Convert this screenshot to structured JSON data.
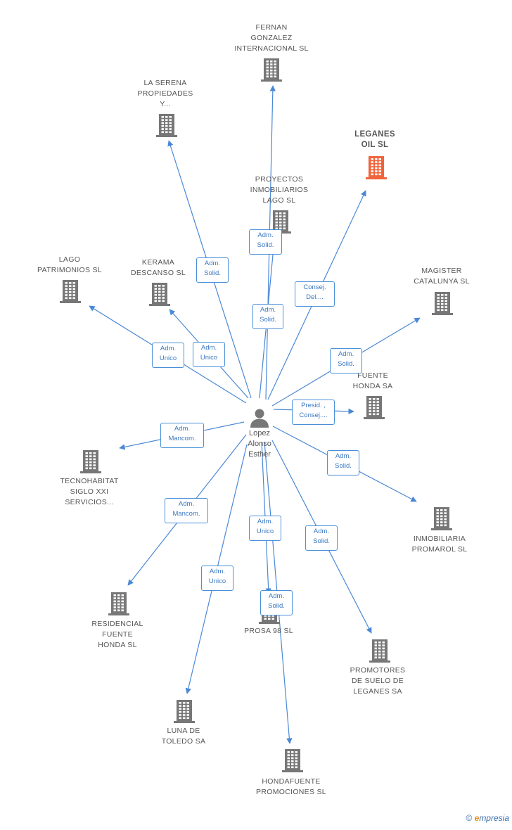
{
  "colors": {
    "edge": "#4a88d6",
    "building": "#777777",
    "highlight": "#f0643c",
    "person": "#777777"
  },
  "center": {
    "lines": [
      "Lopez",
      "Alonso",
      "Esther"
    ],
    "icon": "person-icon"
  },
  "nodes": [
    {
      "id": "fernan",
      "lines": [
        "FERNAN",
        "GONZALEZ",
        "INTERNACIONAL SL"
      ],
      "highlight": false
    },
    {
      "id": "laserena",
      "lines": [
        "LA SERENA",
        "PROPIEDADES",
        "Y..."
      ],
      "highlight": false
    },
    {
      "id": "leganes",
      "lines": [
        "LEGANES",
        "OIL SL"
      ],
      "highlight": true
    },
    {
      "id": "proyectos",
      "lines": [
        "PROYECTOS",
        "INMOBILIARIOS",
        "LAGO SL"
      ],
      "highlight": false
    },
    {
      "id": "lago",
      "lines": [
        "LAGO",
        "PATRIMONIOS SL"
      ],
      "highlight": false
    },
    {
      "id": "kerama",
      "lines": [
        "KERAMA",
        "DESCANSO SL"
      ],
      "highlight": false
    },
    {
      "id": "magister",
      "lines": [
        "MAGISTER",
        "CATALUNYA SL"
      ],
      "highlight": false
    },
    {
      "id": "fuentehonda",
      "lines": [
        "FUENTE",
        "HONDA SA"
      ],
      "highlight": false
    },
    {
      "id": "tecnohabitat",
      "lines": [
        "TECNOHABITAT",
        "SIGLO XXI",
        "SERVICIOS..."
      ],
      "highlight": false
    },
    {
      "id": "promarol",
      "lines": [
        "INMOBILIARIA",
        "PROMAROL SL"
      ],
      "highlight": false
    },
    {
      "id": "residencial",
      "lines": [
        "RESIDENCIAL",
        "FUENTE",
        "HONDA SL"
      ],
      "highlight": false
    },
    {
      "id": "prosa",
      "lines": [
        "PROSA 98 SL"
      ],
      "highlight": false
    },
    {
      "id": "promotores",
      "lines": [
        "PROMOTORES",
        "DE SUELO DE",
        "LEGANES SA"
      ],
      "highlight": false
    },
    {
      "id": "luna",
      "lines": [
        "LUNA DE",
        "TOLEDO SA"
      ],
      "highlight": false
    },
    {
      "id": "hondafuente",
      "lines": [
        "HONDAFUENTE",
        "PROMOCIONES SL"
      ],
      "highlight": false
    }
  ],
  "edges": [
    {
      "target": "fernan",
      "lines": [
        "Adm.",
        "Solid."
      ]
    },
    {
      "target": "laserena",
      "lines": [
        "Adm.",
        "Solid."
      ]
    },
    {
      "target": "leganes",
      "lines": [
        "Consej.",
        "Del...."
      ]
    },
    {
      "target": "proyectos",
      "lines": [
        "Adm.",
        "Solid."
      ]
    },
    {
      "target": "lago",
      "lines": [
        "Adm.",
        "Unico"
      ]
    },
    {
      "target": "kerama",
      "lines": [
        "Adm.",
        "Unico"
      ]
    },
    {
      "target": "magister",
      "lines": [
        "Adm.",
        "Solid."
      ]
    },
    {
      "target": "fuentehonda",
      "lines": [
        "Presid. ,",
        "Consej...."
      ]
    },
    {
      "target": "tecnohabitat",
      "lines": [
        "Adm.",
        "Mancom."
      ]
    },
    {
      "target": "promarol",
      "lines": [
        "Adm.",
        "Solid."
      ]
    },
    {
      "target": "residencial",
      "lines": [
        "Adm.",
        "Mancom."
      ]
    },
    {
      "target": "prosa",
      "lines": [
        "Adm.",
        "Unico"
      ]
    },
    {
      "target": "promotores",
      "lines": [
        "Adm.",
        "Solid."
      ]
    },
    {
      "target": "luna",
      "lines": [
        "Adm.",
        "Unico"
      ]
    },
    {
      "target": "hondafuente",
      "lines": [
        "Adm.",
        "Solid."
      ]
    }
  ],
  "brand": {
    "copyright": "©",
    "e": "e",
    "rest": "mpresia"
  }
}
